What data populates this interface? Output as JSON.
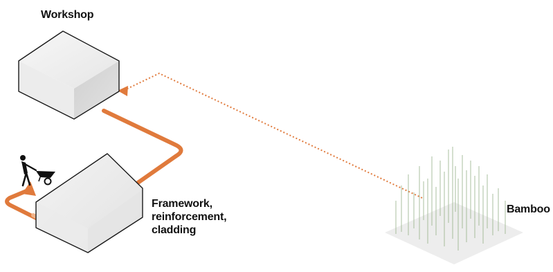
{
  "labels": {
    "workshop": "Workshop",
    "bamboo": "Bamboo",
    "process_lines": [
      "Framework,",
      "reinforcement,",
      "cladding"
    ]
  },
  "colors": {
    "flow_orange": "#e07a3c",
    "flow_light": "#f0b48a",
    "outline": "#1a1a1a",
    "cube_top": "#f4f4f4",
    "cube_left": "#ebebeb",
    "cube_right": "#d5d5d5",
    "bamboo_ground": "#ececec",
    "bamboo_stalk": "#9bb58f"
  },
  "icons": [
    "worker-with-wheelbarrow-icon"
  ]
}
